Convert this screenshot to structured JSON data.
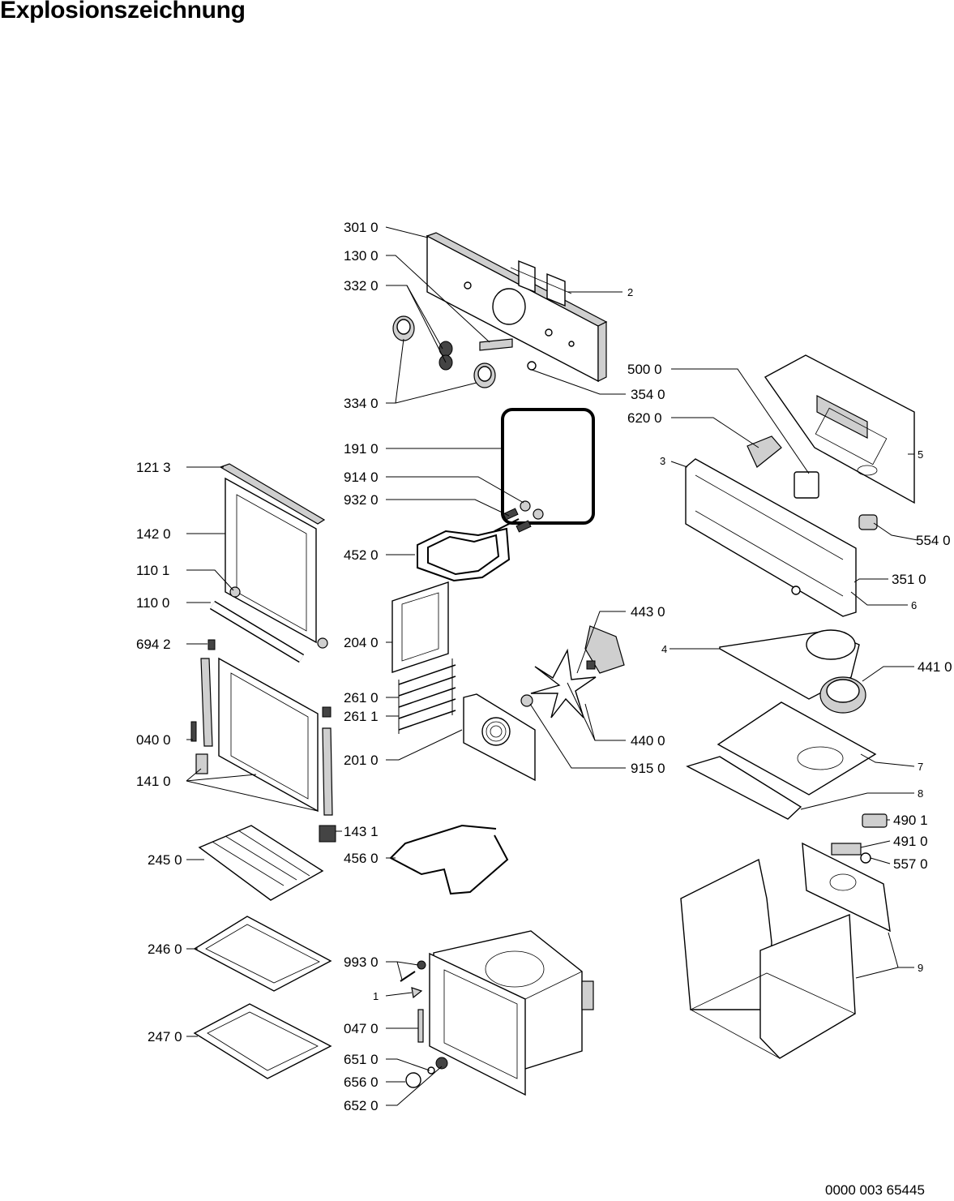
{
  "title": "Explosionszeichnung",
  "doc_number": "0000 003 65445",
  "labels": {
    "l3010": "301 0",
    "l1300": "130 0",
    "l3320": "332 0",
    "l2": "2",
    "l3340": "334 0",
    "l3540": "354 0",
    "l5000": "500 0",
    "l6200": "620 0",
    "l5": "5",
    "l3": "3",
    "l1910": "191 0",
    "l1213": "121 3",
    "l9140": "914 0",
    "l9320": "932 0",
    "l1420": "142 0",
    "l4520": "452 0",
    "l5540": "554 0",
    "l1101": "110 1",
    "l3510": "351 0",
    "l1100": "110 0",
    "l6": "6",
    "l4430": "443 0",
    "l6942": "694 2",
    "l2040": "204 0",
    "l4": "4",
    "l4410": "441 0",
    "l2610": "261 0",
    "l2611": "261 1",
    "l0400": "040 0",
    "l4400": "440 0",
    "l2010": "201 0",
    "l9150": "915 0",
    "l7": "7",
    "l1410": "141 0",
    "l8": "8",
    "l4901": "490 1",
    "l1431": "143 1",
    "l4910": "491 0",
    "l2450": "245 0",
    "l4560": "456 0",
    "l5570": "557 0",
    "l2460": "246 0",
    "l9930": "993 0",
    "l9": "9",
    "l1": "1",
    "l2470": "247 0",
    "l0470": "047 0",
    "l6510": "651 0",
    "l6560": "656 0",
    "l6520": "652 0"
  }
}
